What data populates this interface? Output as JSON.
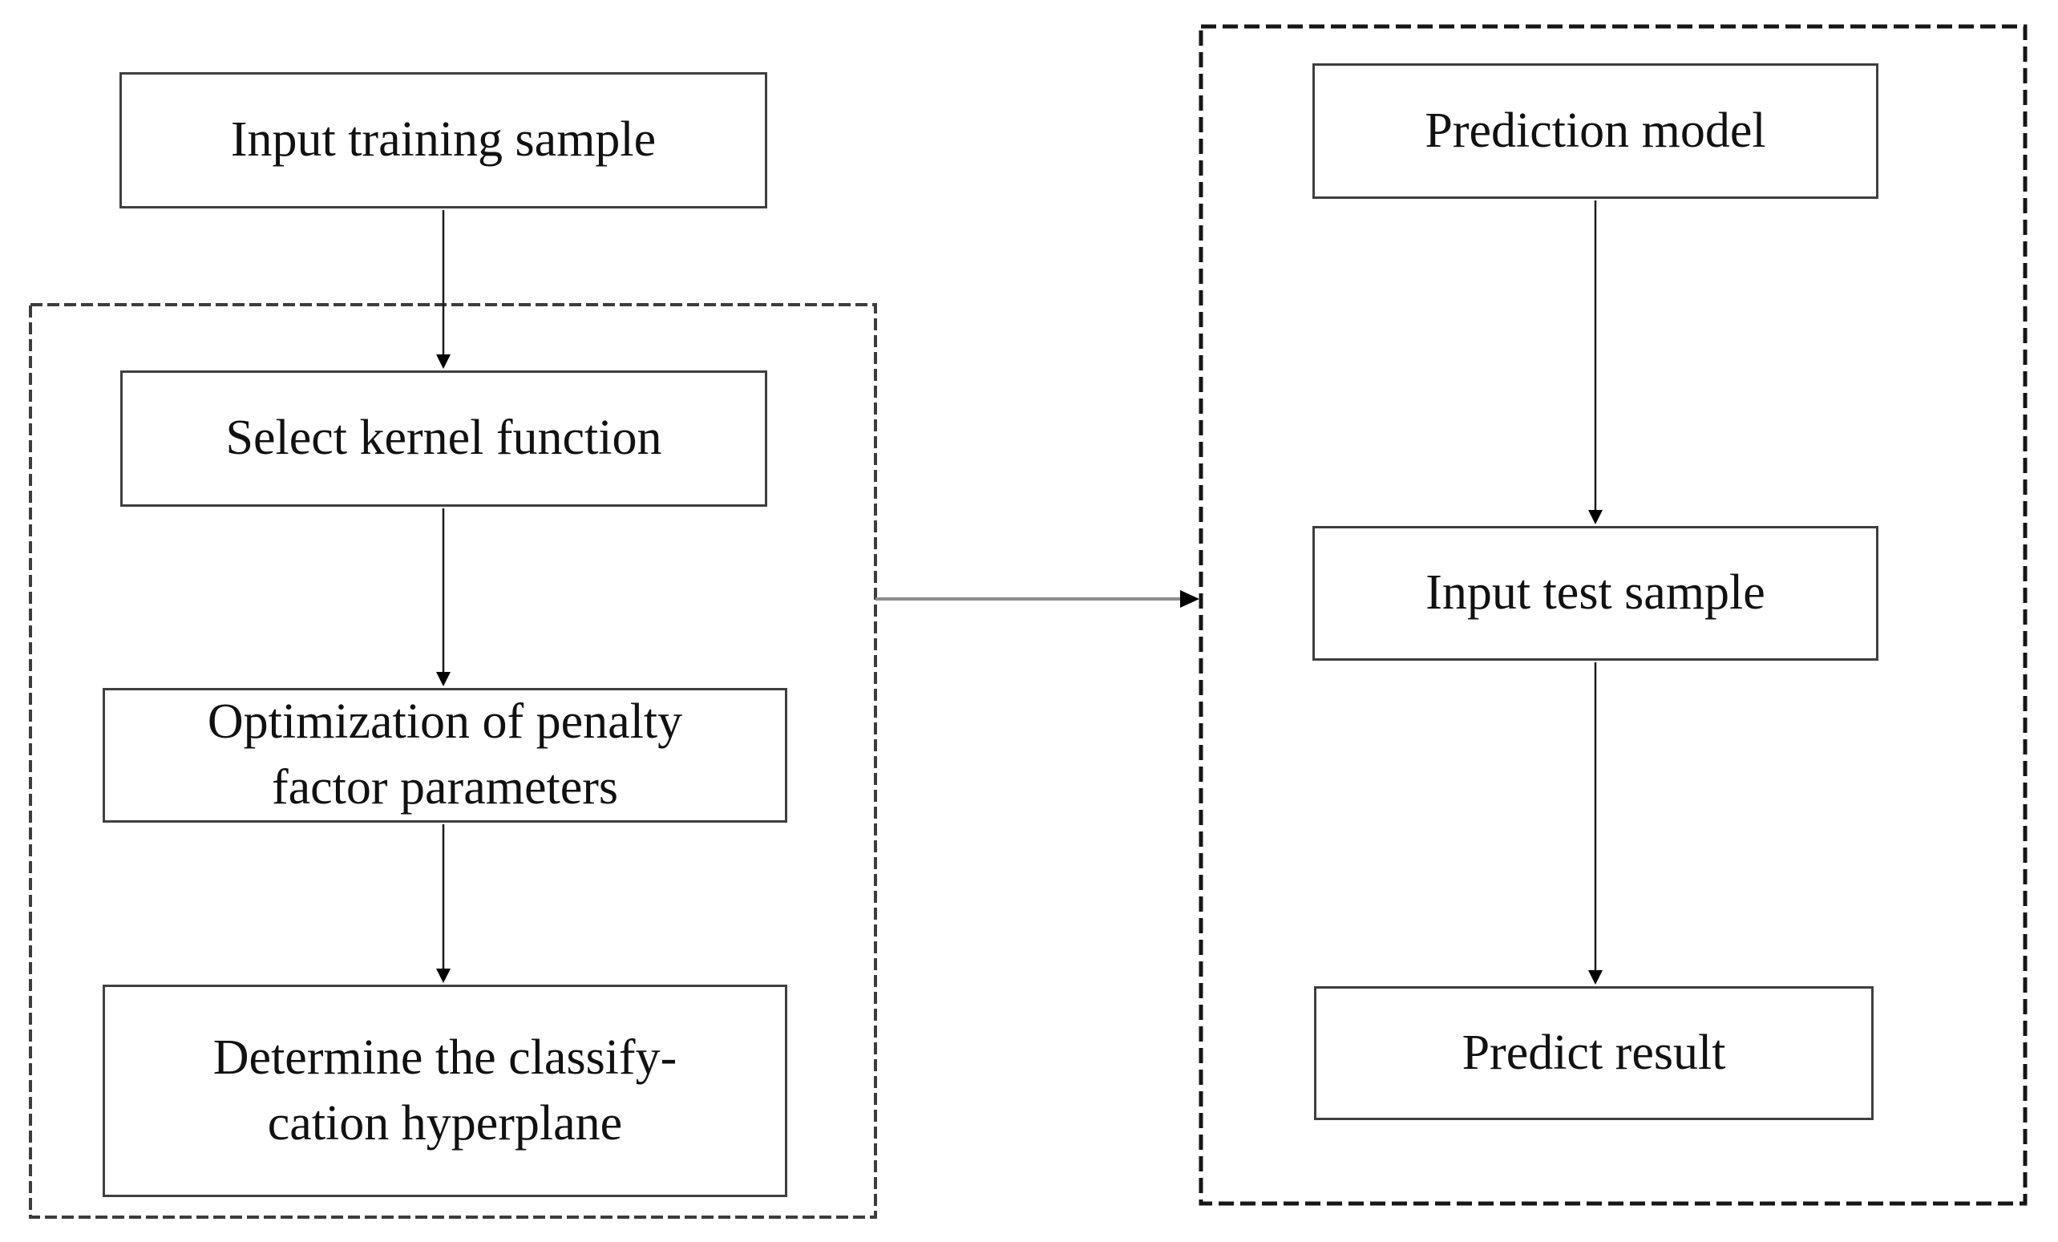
{
  "figure": {
    "type": "flowchart",
    "description": "SVM training and prediction flow diagram",
    "colors": {
      "background": "#ffffff",
      "box_fill": "#ffffff",
      "box_border": "#3f3f3f",
      "text": "#111111",
      "vertical_connector": "#1a1a1a",
      "horizontal_arrow_line": "#8c8c8c",
      "arrowhead": "#000000",
      "left_dashed_border": "#3c3c3c",
      "right_dashed_border": "#161616"
    },
    "left_flow": {
      "boxes": [
        {
          "label": "Input training sample"
        },
        {
          "label": "Select kernel function"
        },
        {
          "lines": [
            "Optimization of penalty",
            "factor parameters"
          ]
        },
        {
          "lines": [
            "Determine the classify-",
            "cation hyperplane"
          ]
        }
      ]
    },
    "right_flow": {
      "boxes": [
        {
          "label": "Prediction model"
        },
        {
          "label": "Input test sample"
        },
        {
          "label": "Predict result"
        }
      ]
    }
  }
}
